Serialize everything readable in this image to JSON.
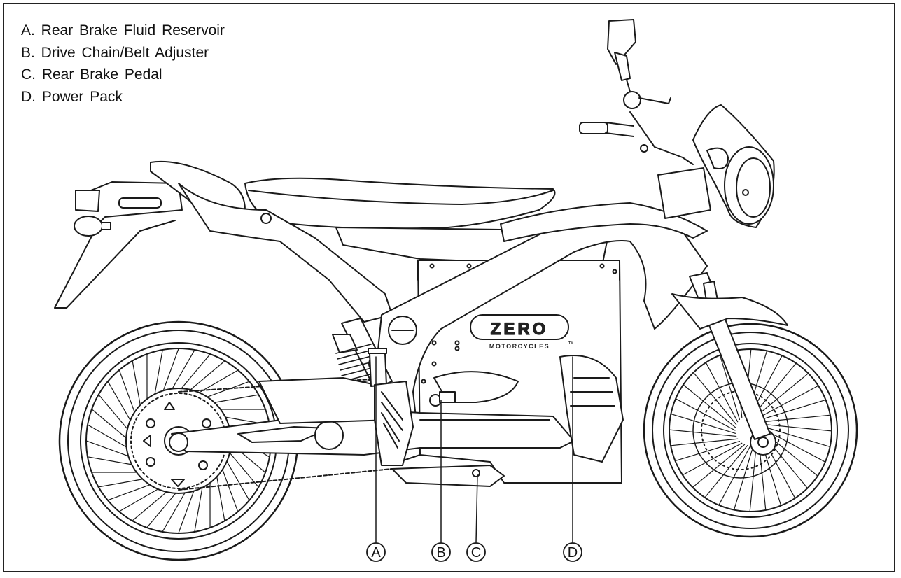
{
  "legend": [
    {
      "letter": "A",
      "text": "A.  Rear  Brake  Fluid  Reservoir"
    },
    {
      "letter": "B",
      "text": "B.  Drive  Chain/Belt  Adjuster"
    },
    {
      "letter": "C",
      "text": "C.  Rear  Brake  Pedal"
    },
    {
      "letter": "D",
      "text": "D.  Power  Pack"
    }
  ],
  "callouts": {
    "a": "A",
    "b": "B",
    "c": "C",
    "d": "D"
  },
  "logo": {
    "brand": "ZERO",
    "sub": "MOTORCYCLES",
    "tm": "TM"
  }
}
